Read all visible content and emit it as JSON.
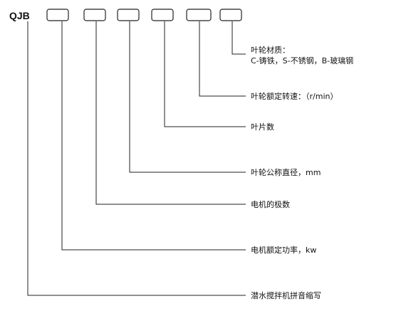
{
  "prefix": "QJB",
  "colors": {
    "line": "#222222",
    "text": "#111111",
    "background": "#ffffff"
  },
  "fields": [
    {
      "id": "field-impeller-material",
      "lines": [
        "叶轮材质：",
        "C-铸铁，S-不锈钢，B-玻璃钢"
      ]
    },
    {
      "id": "field-impeller-speed",
      "lines": [
        "叶轮额定转速：（r/min）"
      ]
    },
    {
      "id": "field-blade-count",
      "lines": [
        "叶片数"
      ]
    },
    {
      "id": "field-impeller-diameter",
      "lines": [
        "叶轮公称直径，mm"
      ]
    },
    {
      "id": "field-motor-poles",
      "lines": [
        "电机的极数"
      ]
    },
    {
      "id": "field-motor-power",
      "lines": [
        "电机额定功率，kw"
      ]
    },
    {
      "id": "field-pinyin-abbr",
      "lines": [
        "潜水搅拌机拼音缩写"
      ]
    }
  ]
}
